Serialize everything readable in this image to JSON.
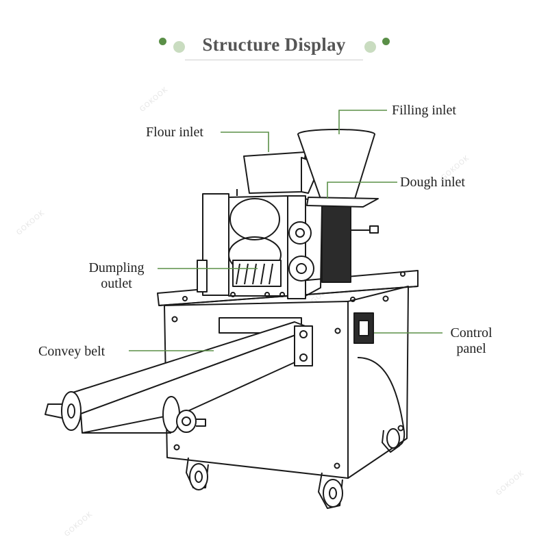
{
  "title": "Structure Display",
  "accent_color": "#5a8f47",
  "accent_light": "#c9dcc0",
  "watermark_text": "GOKOOK",
  "labels": {
    "filling_inlet": "Filling inlet",
    "flour_inlet": "Flour inlet",
    "dough_inlet": "Dough inlet",
    "dumpling_outlet_line1": "Dumpling",
    "dumpling_outlet_line2": "outlet",
    "convey_belt": "Convey belt",
    "control_panel_line1": "Control",
    "control_panel_line2": "panel"
  }
}
